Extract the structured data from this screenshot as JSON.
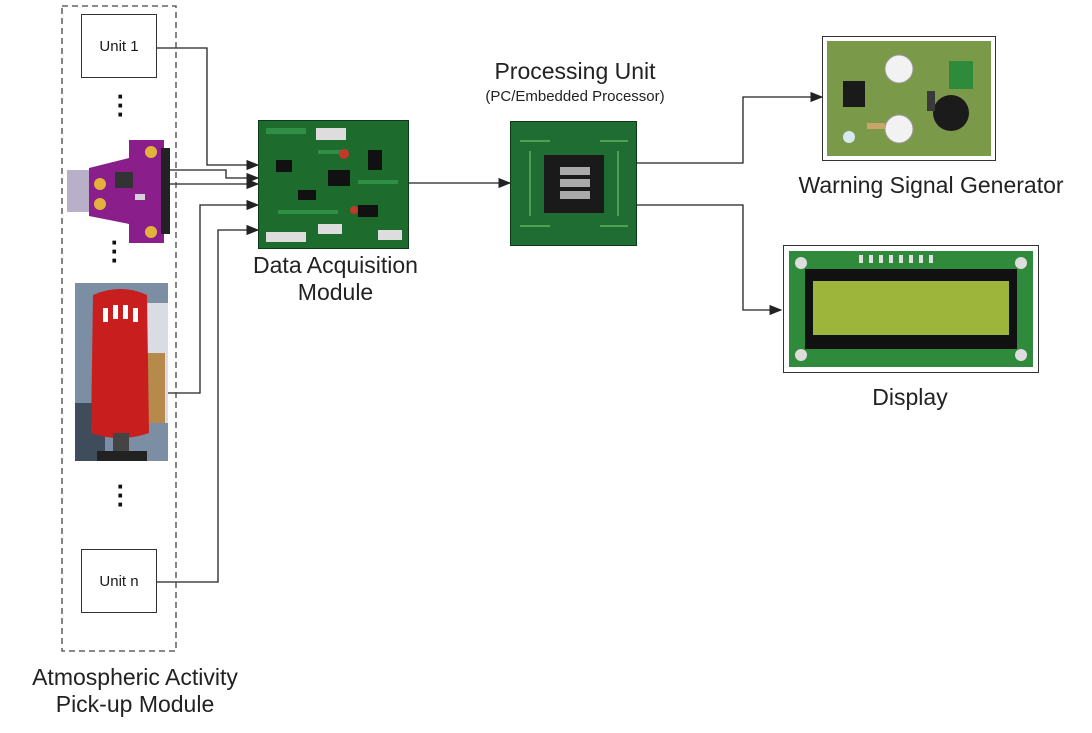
{
  "pickup_module": {
    "title_line1": "Atmospheric Activity",
    "title_line2": "Pick-up Module",
    "unit_first": "Unit 1",
    "unit_last": "Unit n"
  },
  "acquisition": {
    "title_line1": "Data Acquisition",
    "title_line2": "Module"
  },
  "processing": {
    "title": "Processing Unit",
    "subtitle": "(PC/Embedded Processor)"
  },
  "warning": {
    "title": "Warning Signal Generator"
  },
  "display": {
    "title": "Display"
  },
  "colors": {
    "pcb_green": "#1e6b2e",
    "sensor_purple": "#8a1f8c",
    "radiation_shield_red": "#c81e1e",
    "lcd_green": "#9db53a"
  }
}
